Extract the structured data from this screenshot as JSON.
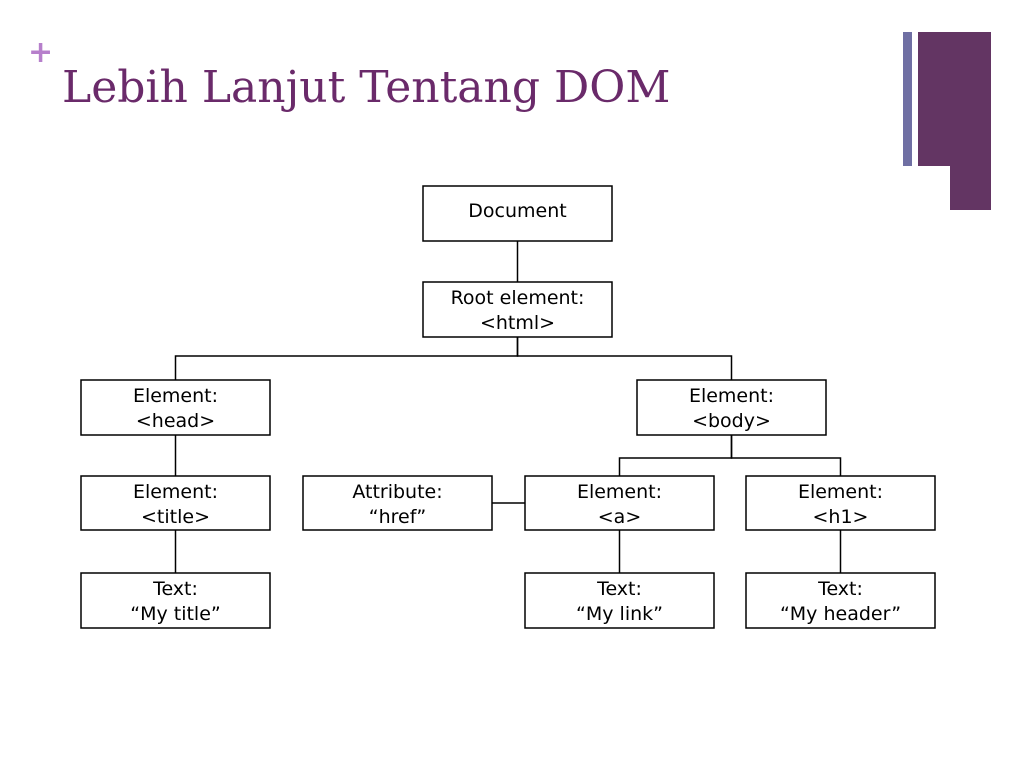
{
  "slide": {
    "bullet": "+",
    "title": "Lebih Lanjut Tentang DOM"
  },
  "theme": {
    "title_color": "#6a2a6a",
    "bullet_color": "#b67fcb",
    "accent_dark": "#633563",
    "accent_light": "#6f6fa3"
  },
  "diagram": {
    "nodes": [
      {
        "id": "document",
        "lines": [
          "Document"
        ]
      },
      {
        "id": "root",
        "lines": [
          "Root element:",
          "<html>"
        ]
      },
      {
        "id": "head",
        "lines": [
          "Element:",
          "<head>"
        ]
      },
      {
        "id": "body",
        "lines": [
          "Element:",
          "<body>"
        ]
      },
      {
        "id": "title",
        "lines": [
          "Element:",
          "<title>"
        ]
      },
      {
        "id": "attr",
        "lines": [
          "Attribute:",
          "“href”"
        ]
      },
      {
        "id": "a",
        "lines": [
          "Element:",
          "<a>"
        ]
      },
      {
        "id": "h1",
        "lines": [
          "Element:",
          "<h1>"
        ]
      },
      {
        "id": "text-title",
        "lines": [
          "Text:",
          "“My title”"
        ]
      },
      {
        "id": "text-link",
        "lines": [
          "Text:",
          "“My link”"
        ]
      },
      {
        "id": "text-header",
        "lines": [
          "Text:",
          "“My header”"
        ]
      }
    ],
    "edges": [
      [
        "document",
        "root"
      ],
      [
        "root",
        "head"
      ],
      [
        "root",
        "body"
      ],
      [
        "head",
        "title"
      ],
      [
        "body",
        "a"
      ],
      [
        "body",
        "h1"
      ],
      [
        "attr",
        "a"
      ],
      [
        "title",
        "text-title"
      ],
      [
        "a",
        "text-link"
      ],
      [
        "h1",
        "text-header"
      ]
    ]
  }
}
